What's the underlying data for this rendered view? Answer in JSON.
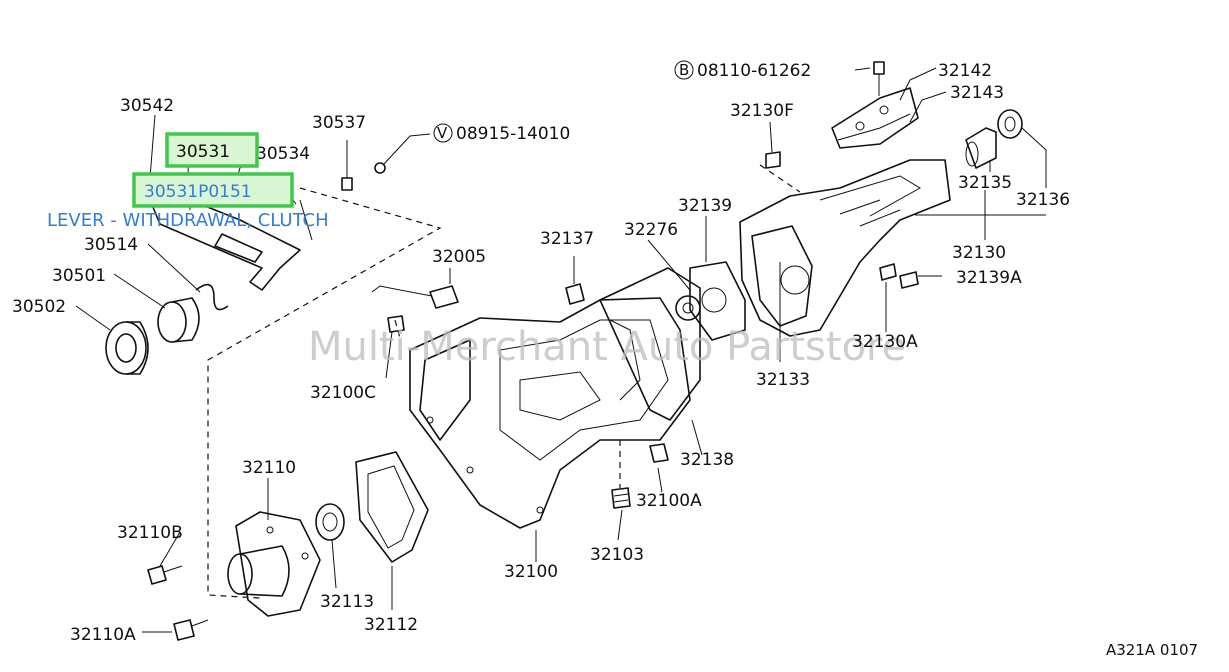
{
  "watermark": "Multi-Merchant Auto Partstore",
  "diagram_code": "A321A 0107",
  "highlight": {
    "part_number": "30531",
    "oem_number": "30531P0151",
    "description": "LEVER - WITHDRAWAL, CLUTCH",
    "box_color": "#3fc94a",
    "text_color": "#2f7fd8"
  },
  "labels": {
    "l30542": "30542",
    "l30534": "30534",
    "l30537": "30537",
    "l08915": "08915-14010",
    "l08915_prefix": "V",
    "l08110": "08110-61262",
    "l08110_prefix": "B",
    "l32142": "32142",
    "l32143": "32143",
    "l32130F": "32130F",
    "l32135": "32135",
    "l32136": "32136",
    "l32139": "32139",
    "l32130": "32130",
    "l32276": "32276",
    "l32137": "32137",
    "l32005": "32005",
    "l30514": "30514",
    "l30501": "30501",
    "l30502": "30502",
    "l32139A": "32139A",
    "l32130A": "32130A",
    "l32133": "32133",
    "l32100C": "32100C",
    "l32138": "32138",
    "l32100A": "32100A",
    "l32110": "32110",
    "l32110B": "32110B",
    "l32103": "32103",
    "l32100": "32100",
    "l32113": "32113",
    "l32112": "32112",
    "l32110A": "32110A"
  }
}
